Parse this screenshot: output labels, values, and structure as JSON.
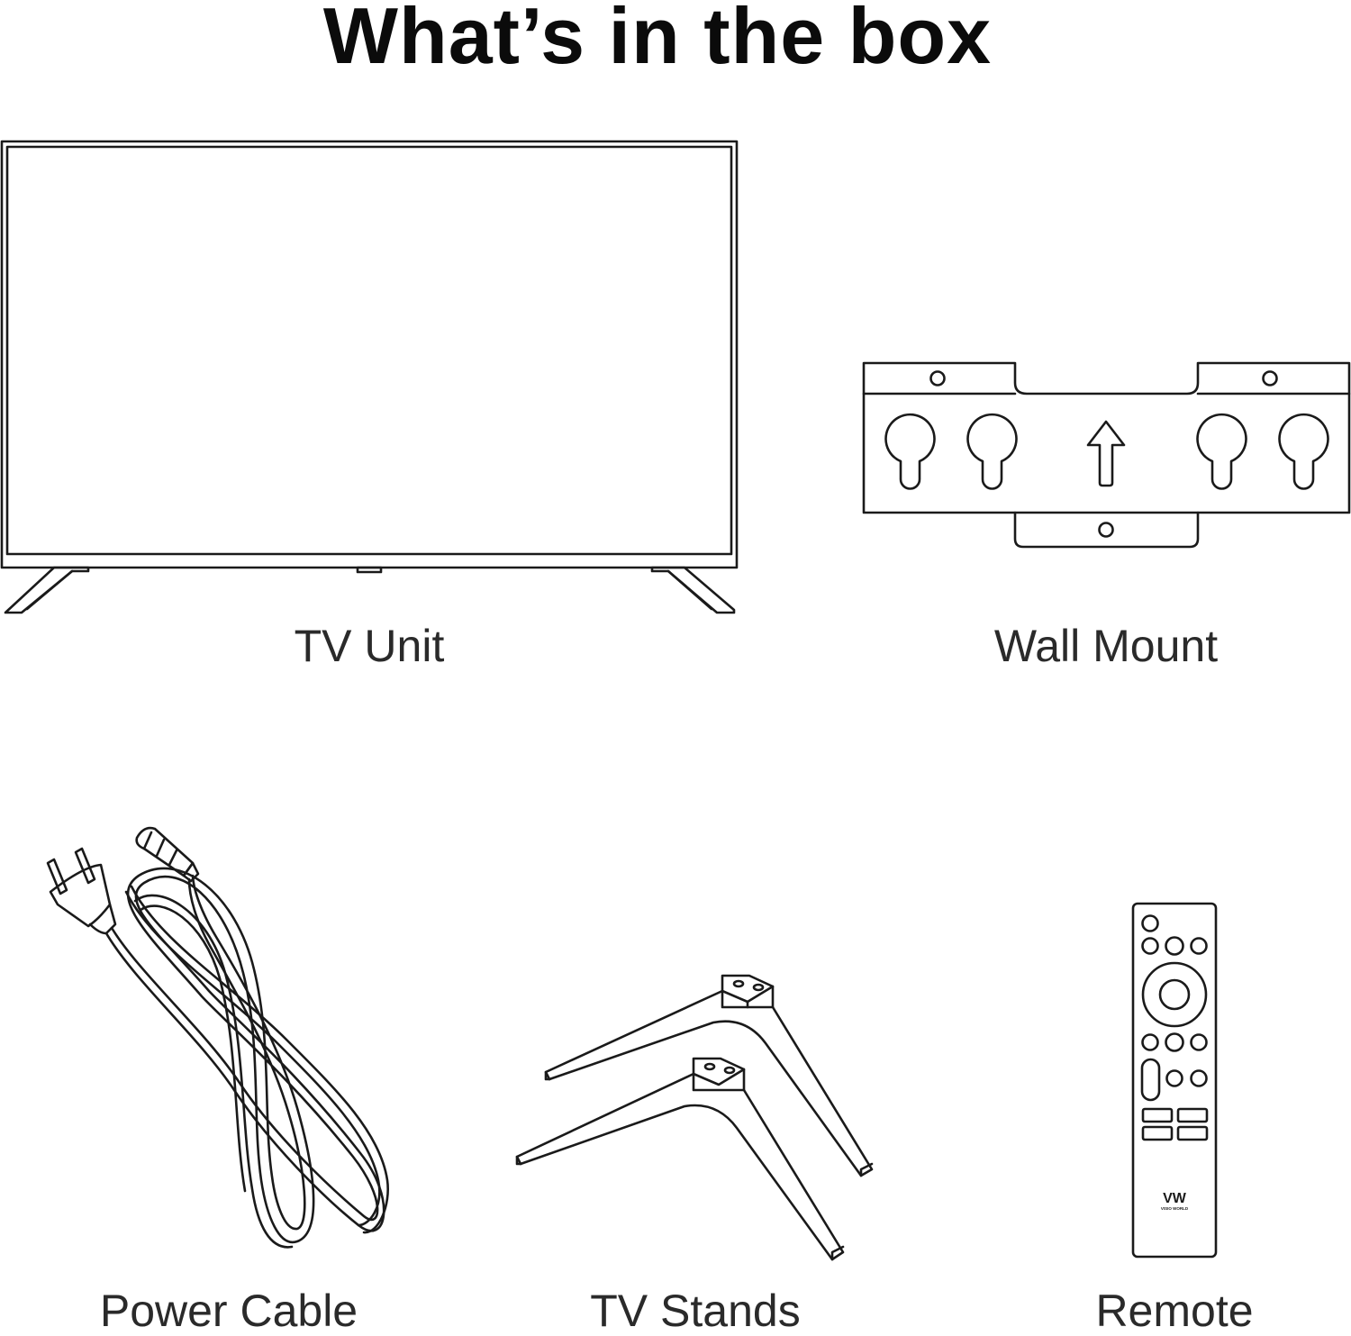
{
  "page": {
    "title": "What’s in the box"
  },
  "items": {
    "tv_unit": {
      "label": "TV Unit",
      "icon": "tv-icon"
    },
    "wall_mount": {
      "label": "Wall Mount",
      "icon": "wall-mount-icon"
    },
    "power_cable": {
      "label": "Power Cable",
      "icon": "power-cable-icon"
    },
    "tv_stands": {
      "label": "TV Stands",
      "icon": "tv-stands-icon"
    },
    "remote": {
      "label": "Remote",
      "icon": "remote-icon",
      "logo": "VW",
      "logo_sub": "VISIO WORLD"
    }
  },
  "colors": {
    "line": "#1a1a1a",
    "text": "#2a2a2a",
    "background": "#ffffff"
  }
}
